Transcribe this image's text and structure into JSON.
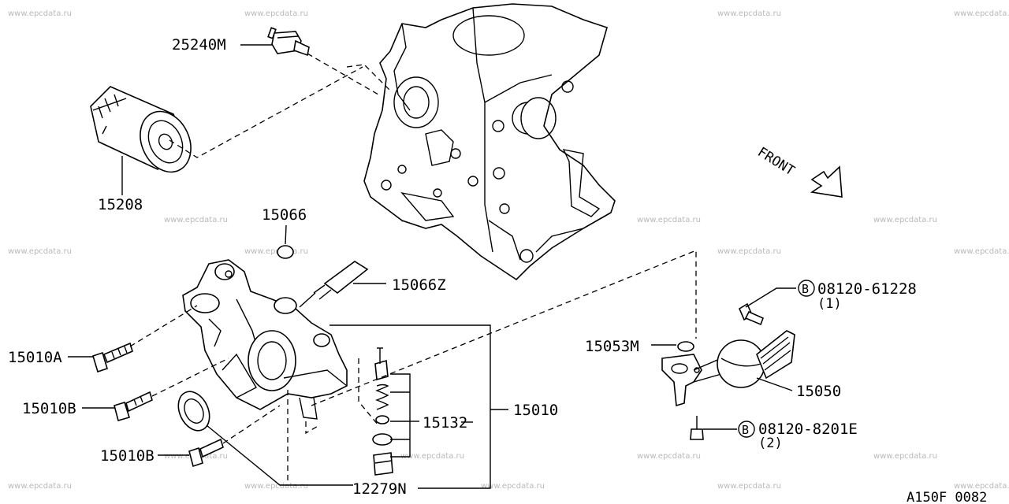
{
  "watermark": "www.epcdata.ru",
  "direction_label": "FRONT",
  "diagram_code": "A150F 0082",
  "parts": {
    "p25240m": "25240M",
    "p15208": "15208",
    "p15066": "15066",
    "p15066z": "15066Z",
    "p15010a": "15010A",
    "p15010b_upper": "15010B",
    "p15010b_lower": "15010B",
    "p15132": "15132",
    "p15010": "15010",
    "p12279n": "12279N",
    "p15053m": "15053M",
    "p15050": "15050",
    "bolt_upper": {
      "symbol": "B",
      "number": "08120-61228",
      "qty": "(1)"
    },
    "bolt_lower": {
      "symbol": "B",
      "number": "08120-8201E",
      "qty": "(2)"
    }
  }
}
